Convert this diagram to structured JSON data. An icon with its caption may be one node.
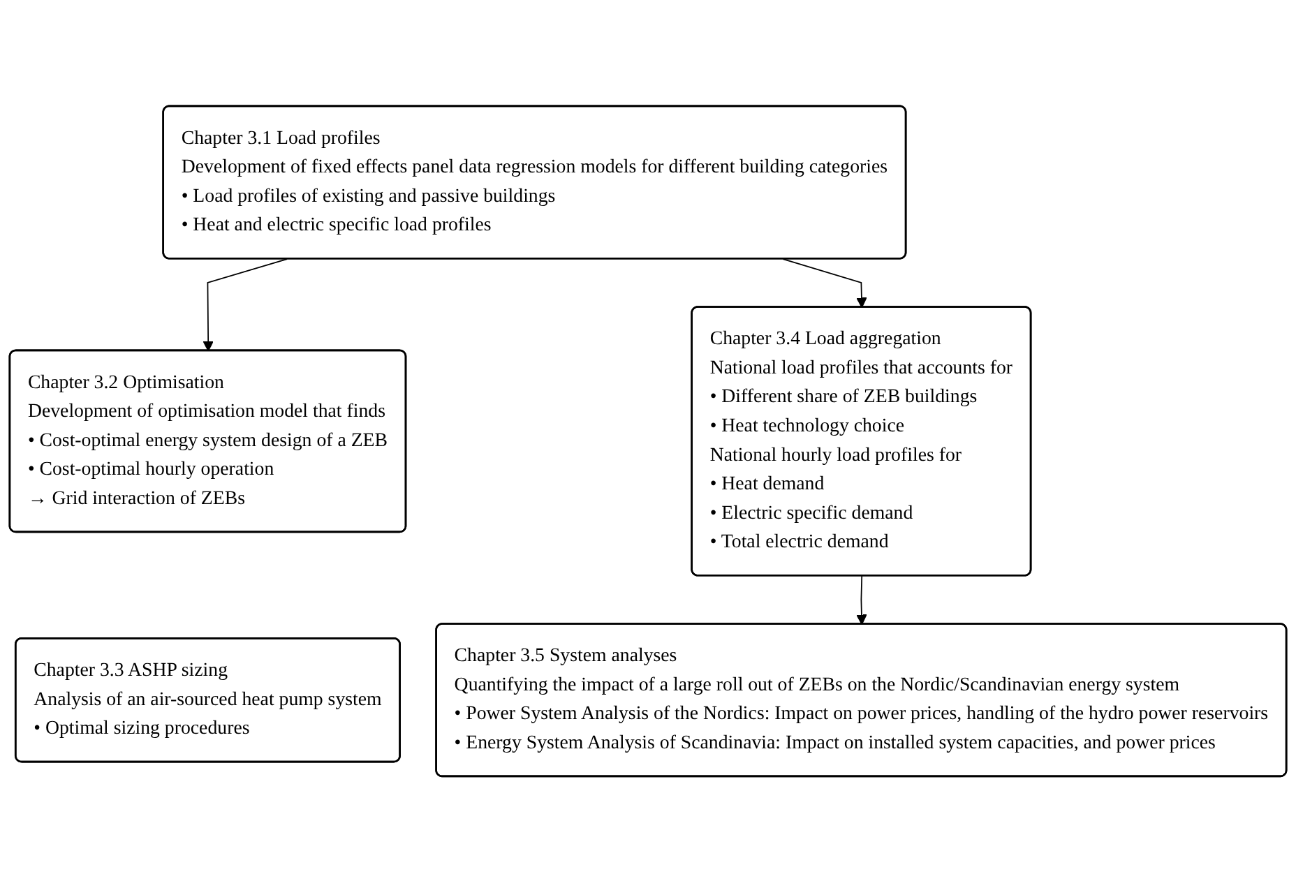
{
  "diagram": {
    "nodes": [
      {
        "text": [
          "Chapter 3.1  Load profiles",
          "Development of fixed effects panel data regression models for different building categories",
          "• Load profiles of existing and passive buildings",
          "• Heat and electric specific load profiles"
        ]
      },
      {
        "text": [
          "Chapter 3.2  Optimisation",
          "Development of optimisation model that finds",
          "• Cost-optimal energy system design of a ZEB",
          "• Cost-optimal hourly operation",
          "→ Grid interaction of ZEBs"
        ]
      },
      {
        "text": [
          "Chapter 3.3  ASHP sizing",
          "Analysis of an air-sourced heat pump system",
          "• Optimal sizing procedures"
        ]
      },
      {
        "text": [
          "Chapter 3.4  Load aggregation",
          "National load profiles that accounts for",
          "• Different share of ZEB buildings",
          "• Heat technology choice",
          "National hourly load profiles for",
          "• Heat demand",
          "• Electric specific demand",
          "• Total electric demand"
        ]
      },
      {
        "text": [
          "Chapter 3.5  System analyses",
          "Quantifying the impact of a large roll out of ZEBs on the Nordic/Scandinavian energy system",
          "• Power System Analysis of the Nordics: Impact on power prices, handling of the hydro power reservoirs",
          "• Energy System Analysis of Scandinavia: Impact on installed system capacities, and power prices"
        ]
      }
    ],
    "edges": [
      {
        "from": 0,
        "to": 1,
        "arrow": "to"
      },
      {
        "from": 0,
        "to": 3,
        "arrow": "to"
      },
      {
        "from": 3,
        "to": 4,
        "arrow": "to"
      }
    ]
  }
}
